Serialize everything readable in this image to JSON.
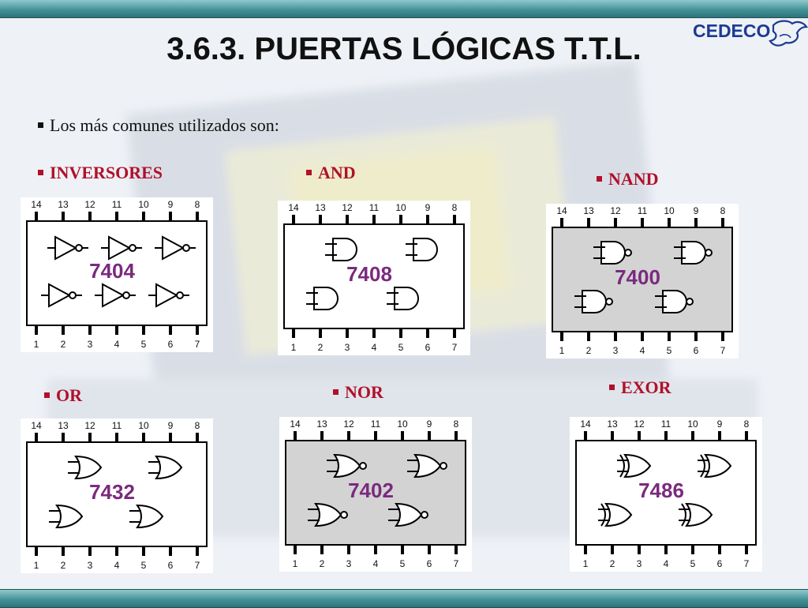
{
  "slide": {
    "title": "3.6.3. PUERTAS LÓGICAS T.T.L.",
    "logo_text": "CEDECO",
    "intro": "Los más comunes utilizados son:"
  },
  "gates": [
    {
      "label": "INVERSORES",
      "chip": "7404",
      "kind": "not",
      "shaded": false
    },
    {
      "label": "AND",
      "chip": "7408",
      "kind": "and",
      "shaded": false
    },
    {
      "label": "NAND",
      "chip": "7400",
      "kind": "nand",
      "shaded": true
    },
    {
      "label": "OR",
      "chip": "7432",
      "kind": "or",
      "shaded": false
    },
    {
      "label": "NOR",
      "chip": "7402",
      "kind": "nor",
      "shaded": true
    },
    {
      "label": "EXOR",
      "chip": "7486",
      "kind": "xor",
      "shaded": false
    }
  ],
  "pins_top": [
    "14",
    "13",
    "12",
    "11",
    "10",
    "9",
    "8"
  ],
  "pins_bottom": [
    "1",
    "2",
    "3",
    "4",
    "5",
    "6",
    "7"
  ],
  "colors": {
    "label": "#b0102a",
    "chip_number": "#7a2a7e",
    "bar": "#3f8f95"
  }
}
